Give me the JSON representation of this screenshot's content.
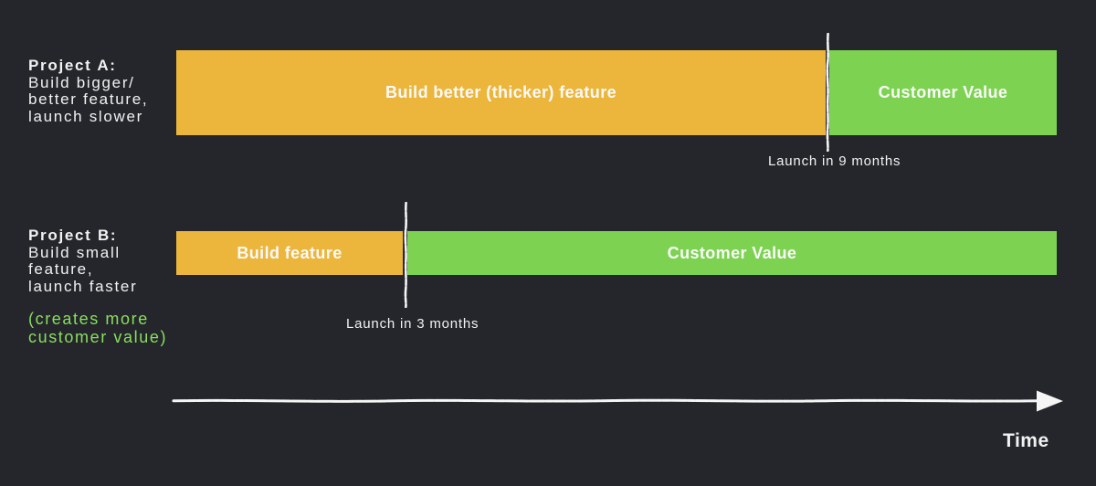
{
  "project_a": {
    "title": "Project A:",
    "description_lines": [
      "Build bigger/",
      "better feature,",
      "launch slower"
    ],
    "bar": {
      "build_label": "Build better (thicker) feature",
      "value_label": "Customer Value"
    },
    "launch_label": "Launch in 9 months"
  },
  "project_b": {
    "title": "Project B:",
    "description_lines": [
      "Build small",
      "feature,",
      "launch faster"
    ],
    "note_lines": [
      "(creates more",
      "customer value)"
    ],
    "bar": {
      "build_label": "Build feature",
      "value_label": "Customer Value"
    },
    "launch_label": "Launch in 3 months"
  },
  "axis": {
    "label": "Time"
  },
  "colors": {
    "background": "#24262b",
    "build-bar": "#ecb63c",
    "value-bar": "#7dd351",
    "note-green": "#8ade5e",
    "text-light": "#f2f2f2"
  }
}
